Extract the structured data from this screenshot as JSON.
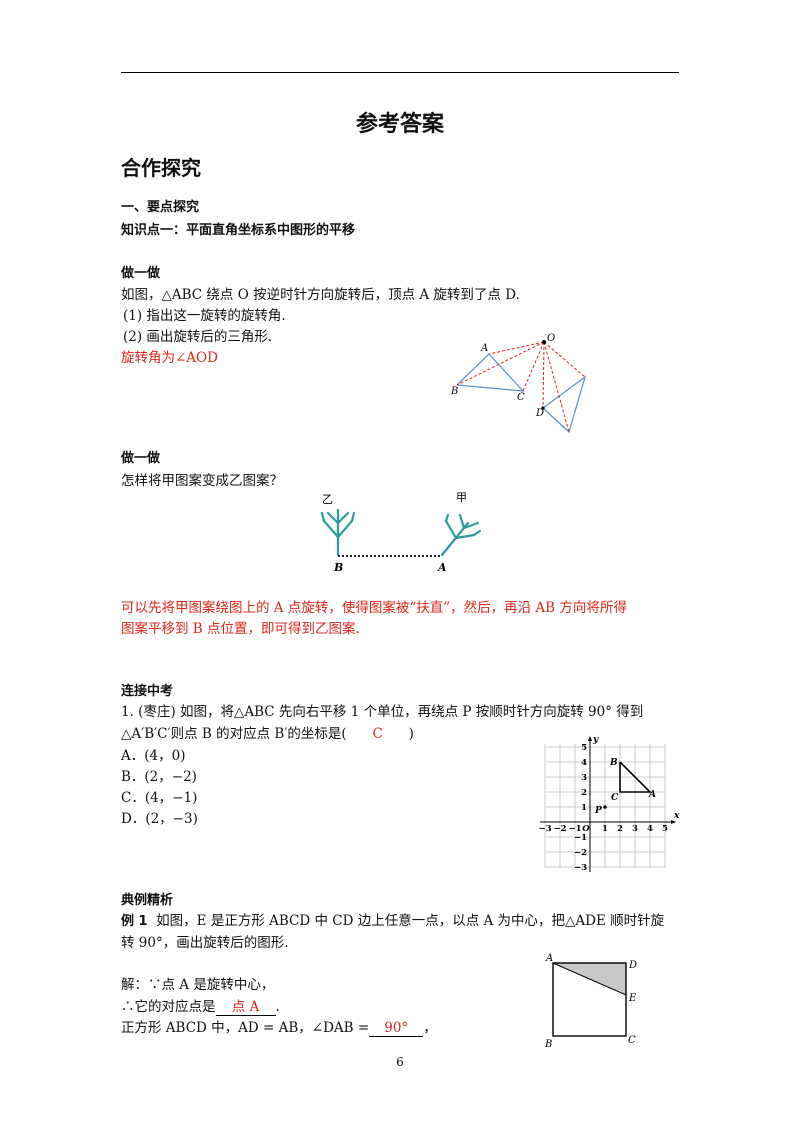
{
  "header_rule": true,
  "title": "参考答案",
  "section_title": "合作探究",
  "part_one": "一、要点探究",
  "knowledge_point": "知识点一：平面直角坐标系中图形的平移",
  "zuoyizuo1": {
    "heading": "做一做",
    "line1": "如图，△ABC 绕点 O 按逆时针方向旋转后，顶点 A 旋转到了点 D.",
    "q1": "(1)  指出这一旋转的旋转角.",
    "q2": "(2)  画出旋转后的三角形.",
    "answer": "旋转角为∠AOD",
    "figure_labels": {
      "O": "O",
      "A": "A",
      "B": "B",
      "C": "C",
      "D": "D"
    }
  },
  "zuoyizuo2": {
    "heading": "做一做",
    "question": "怎样将甲图案变成乙图案？",
    "label_yi": "乙",
    "label_jia": "甲",
    "label_B": "B",
    "label_A": "A",
    "answer_line1": "可以先将甲图案绕图上的  A  点旋转，使得图案被“扶直”，然后，再沿  AB  方向将所得",
    "answer_line2": "图案平移到  B  点位置，即可得到乙图案."
  },
  "lianjie": {
    "heading": "连接中考",
    "q_line1": "1.  (枣庄) 如图，将△ABC 先向右平移 1 个单位，再绕点 P 按顺时针方向旋转  90°  得到",
    "q_line2_pre": "△A′B′C′则点 B 的对应点 B′的坐标是(",
    "q_answer": "C",
    "q_line2_post": ")",
    "options": [
      "A．(4，0)",
      "B．(2，−2)",
      "C．(4，−1)",
      "D．(2，−3)"
    ],
    "grid": {
      "x_ticks": [
        "−3",
        "−2",
        "−1",
        "O",
        "1",
        "2",
        "3",
        "4",
        "5"
      ],
      "y_ticks": [
        "5",
        "4",
        "3",
        "2",
        "1",
        "−1",
        "−2",
        "−3"
      ],
      "x_label": "x",
      "y_label": "y",
      "points": {
        "B": "B",
        "C": "C",
        "A": "A",
        "P": "P"
      }
    }
  },
  "example": {
    "heading": "典例精析",
    "label": "例 1",
    "line1": "如图，E 是正方形 ABCD  中 CD 边上任意一点，以点 A 为中心，把△ADE 顺时针旋",
    "line2": "转 90°，画出旋转后的图形.",
    "sol1": "解：∵点  A  是旋转中心，",
    "sol2_pre": "∴它的对应点是",
    "sol2_blank": "点  A",
    "sol2_post": ".",
    "sol3_pre": "正方形 ABCD 中，AD  =  AB，∠DAB  =",
    "sol3_blank": "90°",
    "sol3_post": "，",
    "figure_labels": {
      "A": "A",
      "D": "D",
      "E": "E",
      "B": "B",
      "C": "C"
    }
  },
  "page_number": "6"
}
